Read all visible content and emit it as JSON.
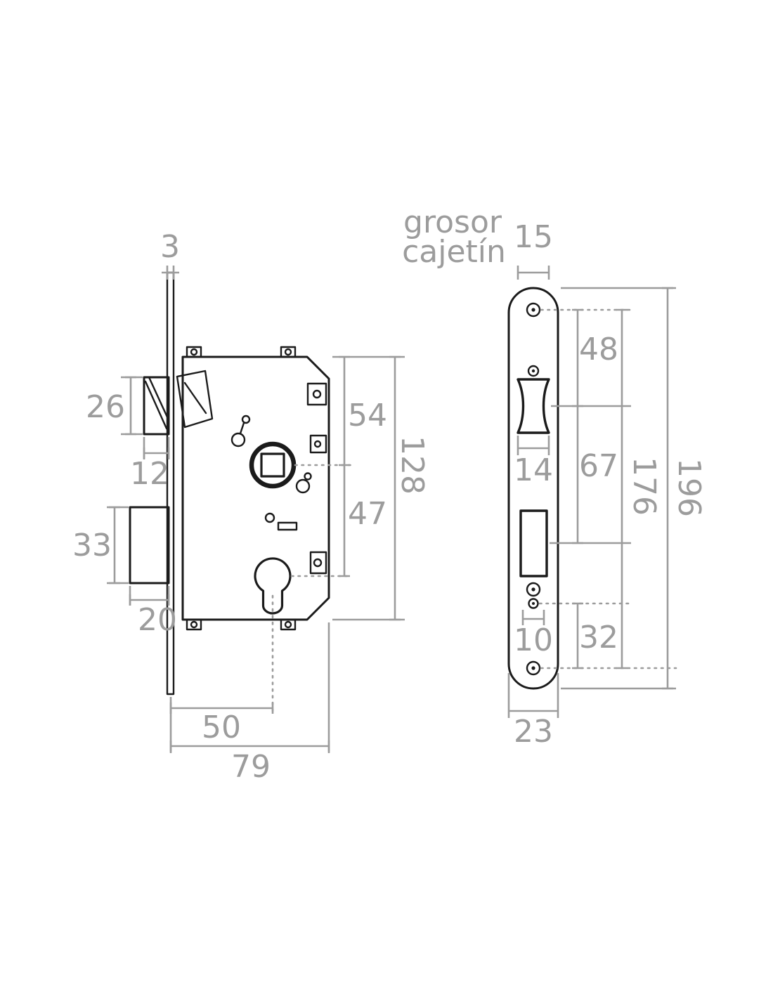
{
  "drawing": {
    "type": "technical-dimension-diagram",
    "subject": "mortise lock case and faceplate"
  },
  "labels": {
    "case_thickness_line1": "grosor",
    "case_thickness_line2": "cajetín"
  },
  "side_view": {
    "faceplate_thickness_mm": "3",
    "latch_height_mm": "26",
    "latch_projection_mm": "12",
    "deadbolt_height_mm": "33",
    "deadbolt_projection_mm": "20",
    "top_to_follower_mm": "54",
    "follower_to_cylinder_mm": "47",
    "case_height_mm": "128",
    "backset_mm": "50",
    "case_depth_mm": "79"
  },
  "front_view": {
    "case_thickness_mm": "15",
    "top_screw_to_latch_mm": "48",
    "latch_opening_width_mm": "14",
    "latch_to_deadbolt_mm": "67",
    "screw_to_screw_mm": "176",
    "faceplate_length_mm": "196",
    "lower_holes_width_mm": "10",
    "lower_holes_to_screw_mm": "32",
    "faceplate_width_mm": "23"
  },
  "colors": {
    "outline": "#1b1b1b",
    "dimension": "#9c9c9c",
    "background": "#ffffff"
  }
}
